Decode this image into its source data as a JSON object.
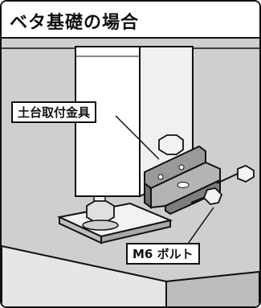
{
  "header": {
    "title": "ベタ基礎の場合"
  },
  "callouts": {
    "bracket_label": "土台取付金具",
    "bolt_label": "M6 ボルト"
  },
  "colors": {
    "background_gray": "#cfcfcf",
    "concrete": "#d9d9d9",
    "post": "#ffffff",
    "bracket": "#8c8c8c",
    "outline": "#111111"
  }
}
